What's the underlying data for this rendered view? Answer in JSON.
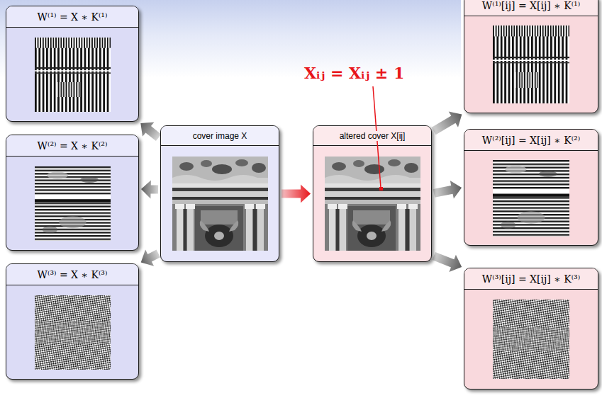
{
  "diagram": {
    "nodes": [
      {
        "text": [
          "W⁽¹⁾ = X ∗ K⁽¹⁾"
        ]
      },
      {
        "text": [
          "W⁽²⁾ = X ∗ K⁽²⁾"
        ]
      },
      {
        "text": [
          "W⁽³⁾ = X ∗ K⁽³⁾"
        ]
      },
      {
        "text": [
          "cover image X"
        ]
      },
      {
        "text": [
          "altered cover X[ij]"
        ]
      },
      {
        "text": [
          "W⁽¹⁾[ij] = X[ij] ∗ K⁽¹⁾"
        ]
      },
      {
        "text": [
          "W⁽²⁾[ij] = X[ij] ∗ K⁽²⁾"
        ]
      },
      {
        "text": [
          "W⁽³⁾[ij] = X[ij] ∗ K⁽³⁾"
        ]
      }
    ],
    "edges": [
      {
        "from": 3,
        "to": 0,
        "arrow": "to"
      },
      {
        "from": 3,
        "to": 1,
        "arrow": "to"
      },
      {
        "from": 3,
        "to": 2,
        "arrow": "to"
      },
      {
        "from": 3,
        "to": 4,
        "arrow": "to"
      },
      {
        "from": 4,
        "to": 5,
        "arrow": "to"
      },
      {
        "from": 4,
        "to": 6,
        "arrow": "to"
      },
      {
        "from": 4,
        "to": 7,
        "arrow": "to"
      }
    ],
    "labels": [
      "Xᵢⱼ = Xᵢⱼ ± 1"
    ]
  }
}
